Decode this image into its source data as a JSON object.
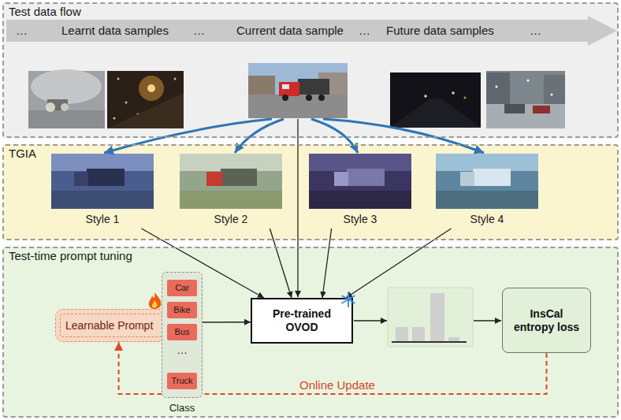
{
  "diagram": {
    "nodes": [
      {
        "text": [
          "Test data flow"
        ]
      },
      {
        "text": [
          "…",
          "Learnt data samples",
          "…",
          "Current data sample",
          "…",
          "Future data samples",
          "…"
        ],
        "in": 0
      },
      {
        "text": [
          "TGIA"
        ]
      },
      {
        "text": [
          "Style 1"
        ],
        "in": 2
      },
      {
        "text": [
          "Style 2"
        ],
        "in": 2
      },
      {
        "text": [
          "Style 3"
        ],
        "in": 2
      },
      {
        "text": [
          "Style 4"
        ],
        "in": 2
      },
      {
        "text": [
          "Test-time prompt tuning"
        ]
      },
      {
        "text": [
          "Learnable Prompt"
        ],
        "in": 7
      },
      {
        "text": [
          "Class"
        ],
        "in": 7
      },
      {
        "text": [
          "Car"
        ],
        "in": 9
      },
      {
        "text": [
          "Bike"
        ],
        "in": 9
      },
      {
        "text": [
          "Bus"
        ],
        "in": 9
      },
      {
        "text": [
          "Truck"
        ],
        "in": 9
      },
      {
        "text": [
          "Pre-trained OVOD"
        ],
        "in": 7
      },
      {
        "text": [
          "InsCal entropy loss"
        ],
        "in": 7
      }
    ],
    "edges": [
      {
        "from": 3,
        "to": 14,
        "arrow": "to"
      },
      {
        "from": 4,
        "to": 14,
        "arrow": "to"
      },
      {
        "from": 5,
        "to": 14,
        "arrow": "to"
      },
      {
        "from": 6,
        "to": 14,
        "arrow": "to"
      },
      {
        "from": 9,
        "to": 14,
        "arrow": "to"
      },
      {
        "from": 15,
        "to": 8,
        "arrow": "to",
        "label": "Online Update"
      }
    ],
    "labels": [
      "…"
    ]
  }
}
